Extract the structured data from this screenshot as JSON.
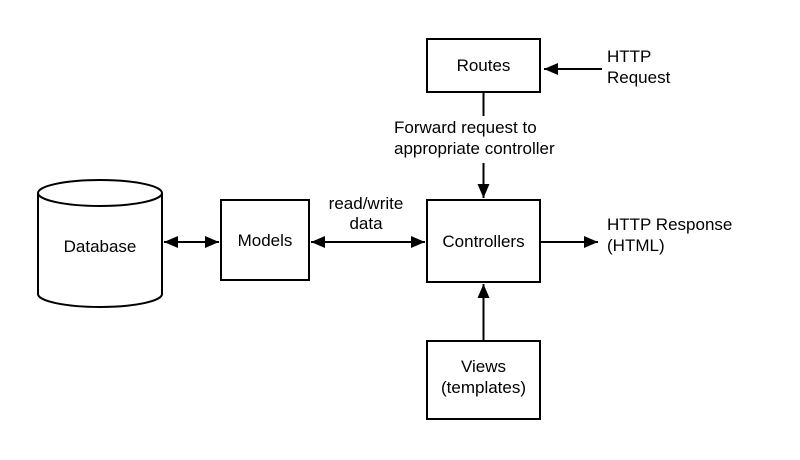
{
  "diagram": {
    "type": "flowchart",
    "title": "MVC request/response architecture diagram",
    "colors": {
      "background": "#ffffff",
      "line": "#000000",
      "shape_fill": "#ffffff",
      "text": "#000000"
    },
    "nodes": {
      "routes": {
        "label": "Routes",
        "shape": "rectangle"
      },
      "controllers": {
        "label": "Controllers",
        "shape": "rectangle"
      },
      "models": {
        "label": "Models",
        "shape": "rectangle"
      },
      "views": {
        "label_line1": "Views",
        "label_line2": "(templates)",
        "shape": "rectangle"
      },
      "database": {
        "label": "Database",
        "shape": "cylinder"
      }
    },
    "annotations": {
      "http_request": {
        "line1": "HTTP",
        "line2": "Request"
      },
      "forward_request": {
        "line1": "Forward request to",
        "line2": "appropriate controller"
      },
      "read_write": {
        "line1": "read/write",
        "line2": "data"
      },
      "http_response": {
        "line1": "HTTP Response",
        "line2": "(HTML)"
      }
    },
    "edges": [
      {
        "from": "HTTP Request",
        "to": "Routes",
        "direction": "one-way"
      },
      {
        "from": "Routes",
        "to": "Controllers",
        "direction": "one-way",
        "label": "Forward request to appropriate controller"
      },
      {
        "from": "Database",
        "to": "Models",
        "direction": "two-way"
      },
      {
        "from": "Models",
        "to": "Controllers",
        "direction": "two-way",
        "label": "read/write data"
      },
      {
        "from": "Views (templates)",
        "to": "Controllers",
        "direction": "one-way"
      },
      {
        "from": "Controllers",
        "to": "HTTP Response (HTML)",
        "direction": "one-way"
      }
    ]
  }
}
